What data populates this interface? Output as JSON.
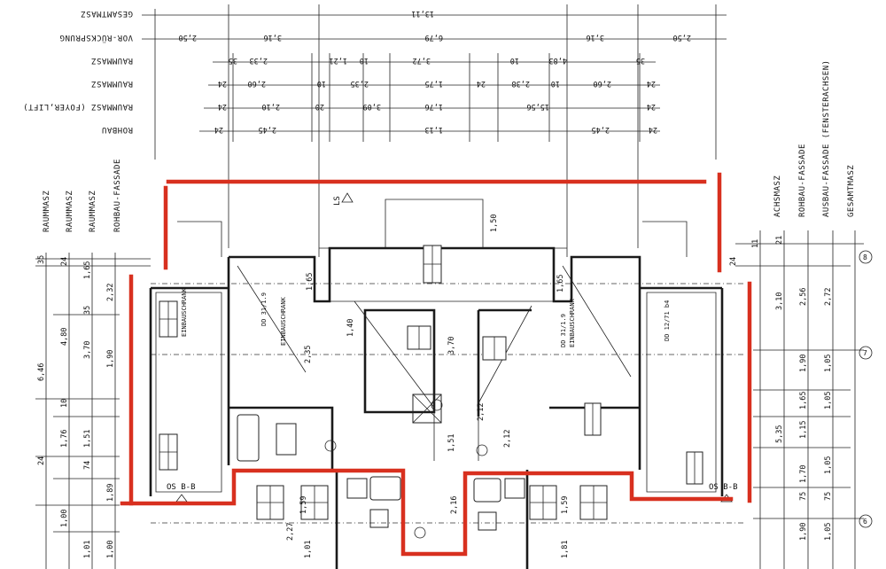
{
  "top_dimension_rows": [
    {
      "label": "GESAMTMASZ",
      "values": [
        "13,11"
      ]
    },
    {
      "label": "VOR-RÜCKSPRUNG",
      "values": [
        "2,50",
        "3,16",
        "6,79",
        "3,16",
        "2,50"
      ]
    },
    {
      "label": "RAUMMASZ",
      "values": [
        "35",
        "2,33",
        "1,21",
        "10",
        "3,72",
        "10",
        "4,83",
        "35"
      ]
    },
    {
      "label": "RAUMMASZ",
      "values": [
        "24",
        "2,60",
        "10",
        "2,35",
        "1,75",
        "24",
        "2,38",
        "10",
        "2,60",
        "24"
      ]
    },
    {
      "label": "RAUMMASZ (FOYER,LIFT)",
      "values": [
        "24",
        "2,10",
        "20",
        "3,09",
        "1,76",
        "15,56",
        "24"
      ]
    },
    {
      "label": "ROHBAU",
      "values": [
        "24",
        "2,45",
        "1,13",
        "2,45",
        "24"
      ]
    }
  ],
  "left_column_labels": [
    "RAUMMASZ",
    "RAUMMASZ",
    "RAUMMASZ",
    "ROHBAU-FASSADE"
  ],
  "right_column_labels": [
    "ACHSMASZ",
    "ROHBAU-FASSADE",
    "AUSBAU-FASSADE (FENSTERACHSEN)",
    "GESAMTMASZ"
  ],
  "left_values": [
    "35",
    "4,80",
    "6,46",
    "3,70",
    "1,90",
    "24",
    "1,76",
    "1,51",
    "1,89",
    "1,00",
    "1,01",
    "10",
    "74",
    "24",
    "1,65",
    "2,32",
    "1,00",
    "35"
  ],
  "right_values": [
    "21",
    "11",
    "24",
    "3,10",
    "2,56",
    "2,72",
    "1,90",
    "1,05",
    "1,15",
    "1,65",
    "1,05",
    "5,35",
    "1,70",
    "75",
    "1,05",
    "1,90",
    "75",
    "1,05"
  ],
  "axis_markers": [
    "8",
    "7",
    "6"
  ],
  "section_markers": [
    "LS",
    "OS B-B",
    "OS B-B"
  ],
  "room_labels": [
    "EINBAUSCHRANK",
    "EINBAUSCHRANK",
    "EINBAUSCHRANK",
    "DD 31/1.9",
    "DD 12/71 b4",
    "DD 31/1.9"
  ],
  "inner_dimensions": [
    "1,65",
    "1,65",
    "1,50",
    "2,35",
    "1,40",
    "3,70",
    "2,12",
    "1,51",
    "2,12",
    "1,59",
    "1,59",
    "2,27",
    "1,01",
    "1,81",
    "2,16"
  ]
}
